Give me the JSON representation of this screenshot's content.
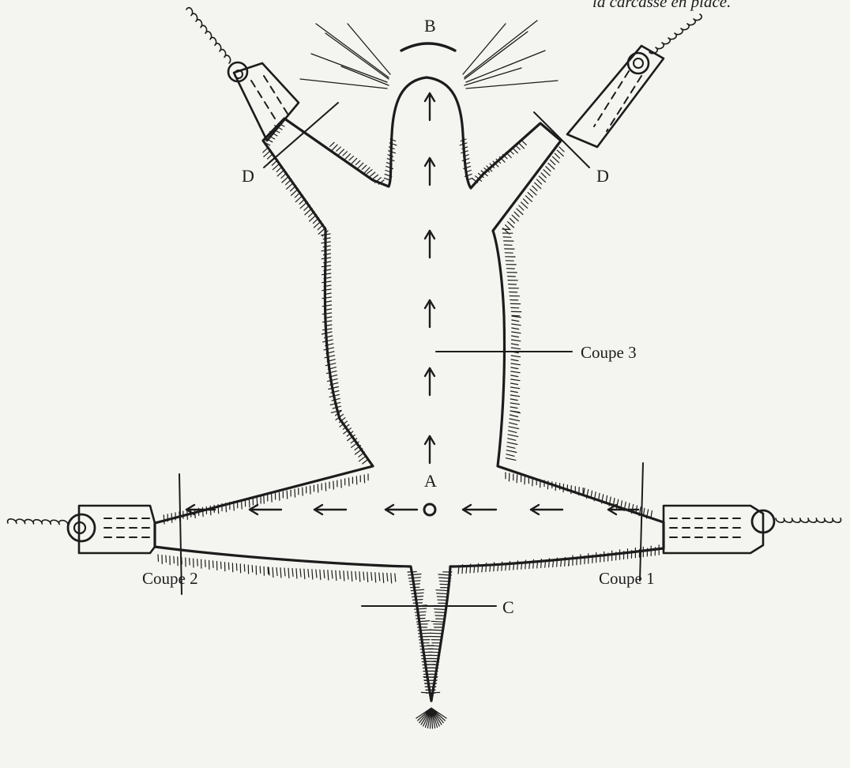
{
  "top_note": "la carcasse en place.",
  "labels": {
    "a": "A",
    "b": "B",
    "c": "C",
    "d_left": "D",
    "d_right": "D",
    "coupe_1": "Coupe 1",
    "coupe_2": "Coupe 2",
    "coupe_3": "Coupe 3"
  },
  "colors": {
    "ink": "#1c1c1c",
    "paper": "#f4f4f0"
  }
}
